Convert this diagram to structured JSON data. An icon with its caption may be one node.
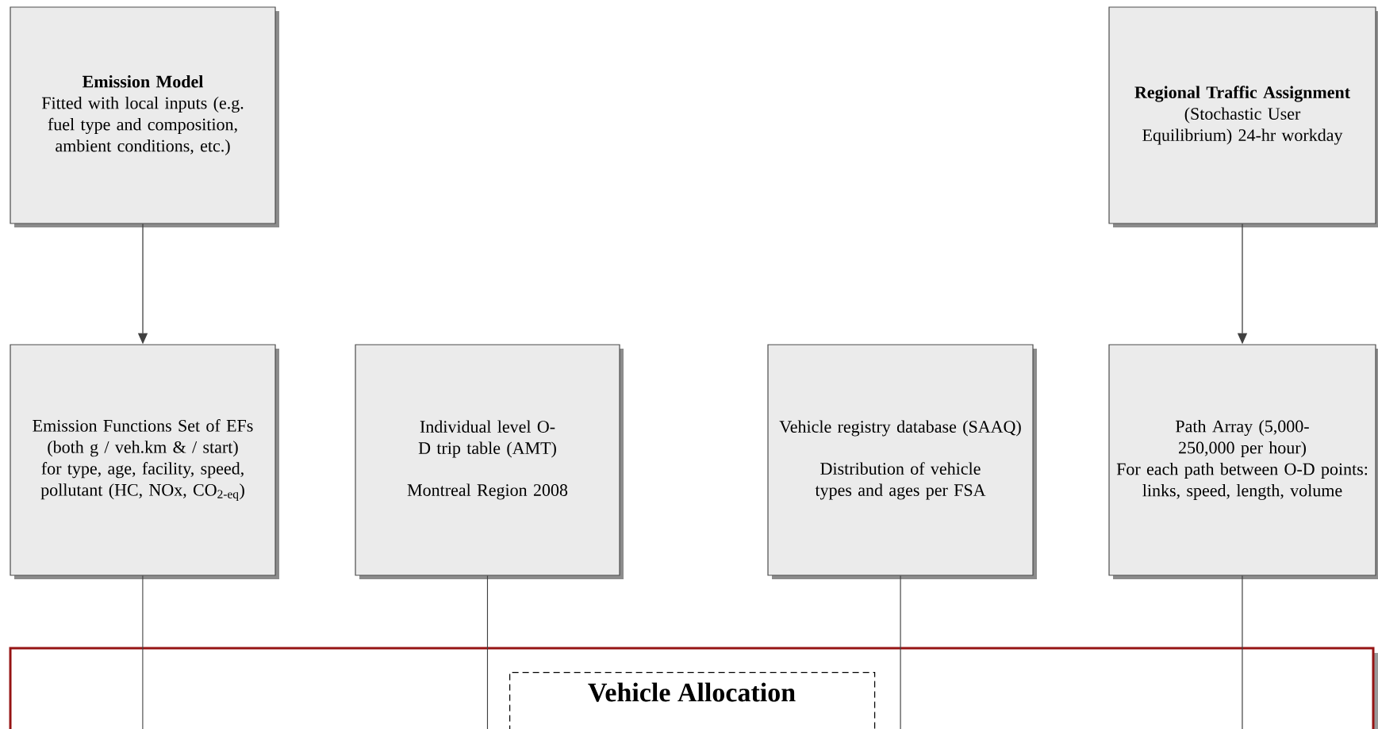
{
  "diagram": {
    "nodes": [
      {
        "text": [
          "Emission Model",
          "Fitted with local inputs (e.g. fuel type and composition, ambient conditions, etc.)"
        ]
      },
      {
        "text": [
          "Regional Traffic Assignment",
          "(Stochastic User Equilibrium) 24-hr workday"
        ]
      },
      {
        "text": [
          "Emission Functions Set of EFs (both g / veh.km & / start) for type, age, facility, speed, pollutant (HC, NOx, CO$_{2-eq}$)"
        ]
      },
      {
        "text": [
          "Individual level O-D trip table (AMT)",
          "Montreal Region 2008"
        ]
      },
      {
        "text": [
          "Vehicle registry database (SAAQ)",
          "Distribution of vehicle types and ages per FSA"
        ]
      },
      {
        "text": [
          "Path Array (5,000-250,000 per hour)",
          "For each path between O-D points: links, speed, length, volume"
        ]
      },
      {
        "text": [],
        "shape": "box"
      },
      {
        "text": [
          "Vehicle Allocation"
        ],
        "in": 6
      }
    ],
    "edges": [
      {
        "from": 0,
        "to": 2,
        "arrow": "to"
      },
      {
        "from": 1,
        "to": 5,
        "arrow": "to"
      },
      {
        "from": 2,
        "to": null,
        "arrow": "none"
      },
      {
        "from": 3,
        "to": null,
        "arrow": "none"
      },
      {
        "from": 4,
        "to": null,
        "arrow": "none"
      },
      {
        "from": 5,
        "to": null,
        "arrow": "none"
      }
    ]
  }
}
